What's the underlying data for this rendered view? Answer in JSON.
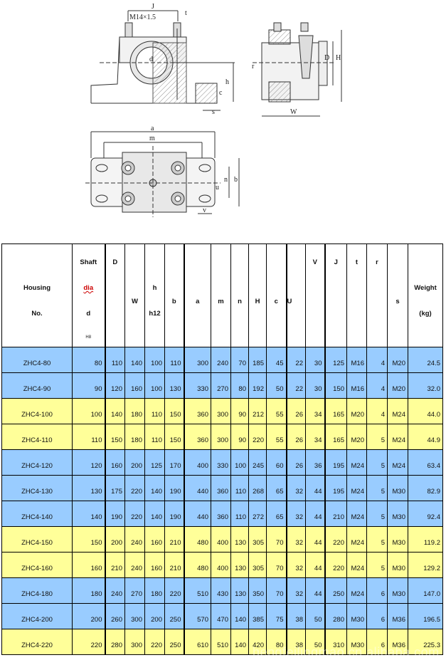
{
  "drawing": {
    "labels": {
      "J": "J",
      "thread": "M14×1.5",
      "t": "t",
      "d": "d",
      "h": "h",
      "c": "c",
      "s": "s",
      "r": "r",
      "D": "D",
      "H": "H",
      "W": "W",
      "a": "a",
      "m": "m",
      "n": "n",
      "b": "b",
      "u": "u",
      "v": "v"
    }
  },
  "table": {
    "headers": {
      "housing_1": "Housing",
      "housing_2": "No.",
      "shaft_1": "Shaft",
      "shaft_2": "dia",
      "shaft_3": "d",
      "shaft_4": "H8",
      "D": "D",
      "W": "W",
      "h_1": "h",
      "h_2": "h12",
      "b": "b",
      "a": "a",
      "m": "m",
      "n": "n",
      "H": "H",
      "c": "c",
      "U": "U",
      "V": "V",
      "J": "J",
      "t": "t",
      "r": "r",
      "s": "s",
      "weight_1": "Weight",
      "weight_2": "(kg)"
    },
    "colors": {
      "blue": "#99ccff",
      "yellow": "#ffff99"
    },
    "rows": [
      {
        "color": "blue",
        "cells": [
          "ZHC4-80",
          "80",
          "110",
          "140",
          "100",
          "110",
          "300",
          "240",
          "70",
          "185",
          "45",
          "22",
          "30",
          "125",
          "M16",
          "4",
          "M20",
          "24.5"
        ]
      },
      {
        "color": "blue",
        "cells": [
          "ZHC4-90",
          "90",
          "120",
          "160",
          "100",
          "130",
          "330",
          "270",
          "80",
          "192",
          "50",
          "22",
          "30",
          "150",
          "M16",
          "4",
          "M20",
          "32.0"
        ]
      },
      {
        "color": "yellow",
        "cells": [
          "ZHC4-100",
          "100",
          "140",
          "180",
          "110",
          "150",
          "360",
          "300",
          "90",
          "212",
          "55",
          "26",
          "34",
          "165",
          "M20",
          "4",
          "M24",
          "44.0"
        ]
      },
      {
        "color": "yellow",
        "cells": [
          "ZHC4-110",
          "110",
          "150",
          "180",
          "110",
          "150",
          "360",
          "300",
          "90",
          "220",
          "55",
          "26",
          "34",
          "165",
          "M20",
          "5",
          "M24",
          "44.9"
        ]
      },
      {
        "color": "blue",
        "cells": [
          "ZHC4-120",
          "120",
          "160",
          "200",
          "125",
          "170",
          "400",
          "330",
          "100",
          "245",
          "60",
          "26",
          "36",
          "195",
          "M24",
          "5",
          "M24",
          "63.4"
        ]
      },
      {
        "color": "blue",
        "cells": [
          "ZHC4-130",
          "130",
          "175",
          "220",
          "140",
          "190",
          "440",
          "360",
          "110",
          "268",
          "65",
          "32",
          "44",
          "195",
          "M24",
          "5",
          "M30",
          "82.9"
        ]
      },
      {
        "color": "blue",
        "cells": [
          "ZHC4-140",
          "140",
          "190",
          "220",
          "140",
          "190",
          "440",
          "360",
          "110",
          "272",
          "65",
          "32",
          "44",
          "210",
          "M24",
          "5",
          "M30",
          "92.4"
        ]
      },
      {
        "color": "yellow",
        "cells": [
          "ZHC4-150",
          "150",
          "200",
          "240",
          "160",
          "210",
          "480",
          "400",
          "130",
          "305",
          "70",
          "32",
          "44",
          "220",
          "M24",
          "5",
          "M30",
          "119.2"
        ]
      },
      {
        "color": "yellow",
        "cells": [
          "ZHC4-160",
          "160",
          "210",
          "240",
          "160",
          "210",
          "480",
          "400",
          "130",
          "305",
          "70",
          "32",
          "44",
          "220",
          "M24",
          "5",
          "M30",
          "129.2"
        ]
      },
      {
        "color": "blue",
        "cells": [
          "ZHC4-180",
          "180",
          "240",
          "270",
          "180",
          "220",
          "510",
          "430",
          "130",
          "350",
          "70",
          "32",
          "44",
          "250",
          "M24",
          "6",
          "M30",
          "147.0"
        ]
      },
      {
        "color": "blue",
        "cells": [
          "ZHC4-200",
          "200",
          "260",
          "300",
          "200",
          "250",
          "570",
          "470",
          "140",
          "385",
          "75",
          "38",
          "50",
          "280",
          "M30",
          "6",
          "M36",
          "196.5"
        ]
      },
      {
        "color": "yellow",
        "cells": [
          "ZHC4-220",
          "220",
          "280",
          "300",
          "220",
          "250",
          "610",
          "510",
          "140",
          "420",
          "80",
          "38",
          "50",
          "310",
          "M30",
          "6",
          "M36",
          "225.3"
        ]
      }
    ]
  },
  "watermark": "hengfeilingmao.cn.alibaba.com"
}
